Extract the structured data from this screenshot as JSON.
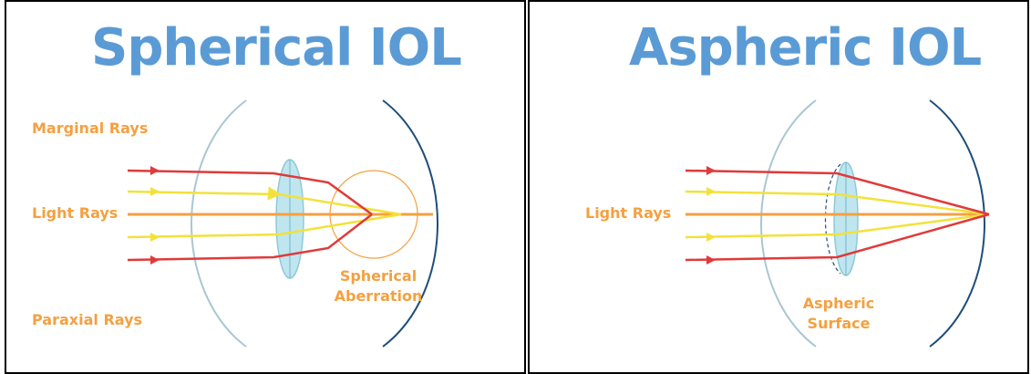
{
  "colors": {
    "title": "#5b9bd5",
    "label": "#f5a040",
    "marginal_ray": "#e03a3a",
    "paraxial_ray": "#f2e23a",
    "axis_ray": "#f5a040",
    "lens_fill": "#bfe6ef",
    "eye_outline_light": "#a9c7d2",
    "eye_outline_dark": "#1f4e79",
    "border": "#000000"
  },
  "left_panel": {
    "title": "Spherical IOL",
    "labels": {
      "marginal": "Marginal Rays",
      "light": "Light Rays",
      "paraxial": "Paraxial Rays",
      "aberration_line1": "Spherical",
      "aberration_line2": "Aberration"
    }
  },
  "right_panel": {
    "title": "Aspheric IOL",
    "labels": {
      "light": "Light Rays",
      "surface_line1": "Aspheric",
      "surface_line2": "Surface"
    }
  }
}
